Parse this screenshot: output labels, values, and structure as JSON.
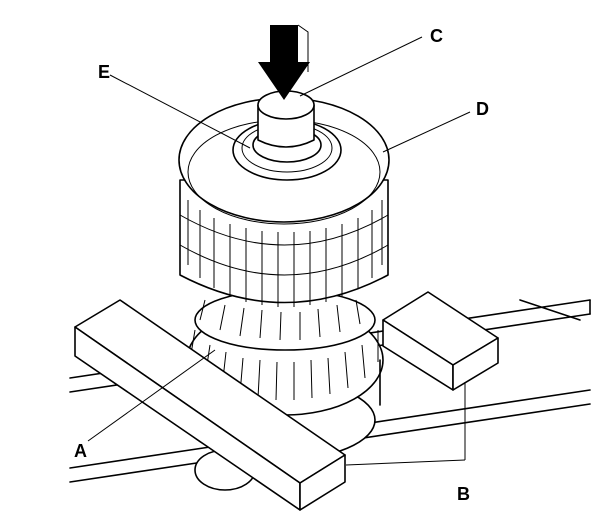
{
  "callouts": {
    "a": "A",
    "b": "B",
    "c": "C",
    "d": "D",
    "e": "E"
  },
  "icons": {
    "press_direction": "down-arrow-icon"
  }
}
